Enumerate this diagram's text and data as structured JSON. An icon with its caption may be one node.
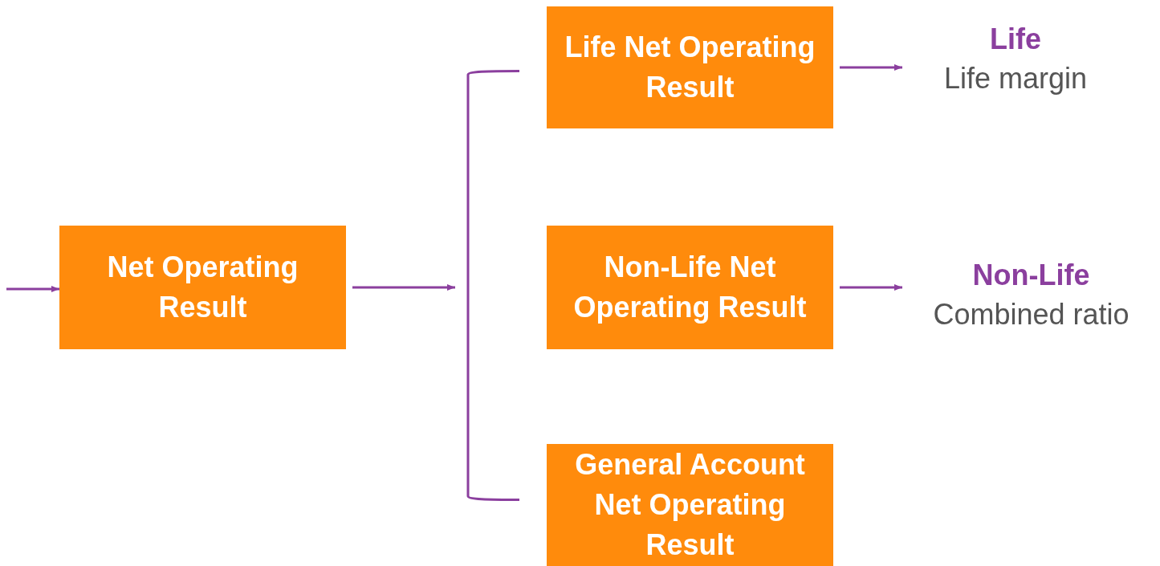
{
  "diagram": {
    "nodes": [
      {
        "text": [
          "Net Operating Result"
        ]
      },
      {
        "text": [],
        "shape": "bracket"
      },
      {
        "text": [
          "Life Net Operating Result"
        ]
      },
      {
        "text": [
          "Non-Life Net Operating Result"
        ]
      },
      {
        "text": [
          "General Account Net Operating Result"
        ]
      },
      {
        "text": [
          "Life",
          "Life margin"
        ]
      },
      {
        "text": [
          "Non-Life",
          "Combined ratio"
        ]
      }
    ],
    "edges": [
      {
        "from": null,
        "to": 0,
        "arrow": "to"
      },
      {
        "from": 0,
        "to": 1,
        "arrow": "to"
      },
      {
        "from": 2,
        "to": 5,
        "arrow": "to"
      },
      {
        "from": 3,
        "to": 6,
        "arrow": "to"
      }
    ]
  }
}
